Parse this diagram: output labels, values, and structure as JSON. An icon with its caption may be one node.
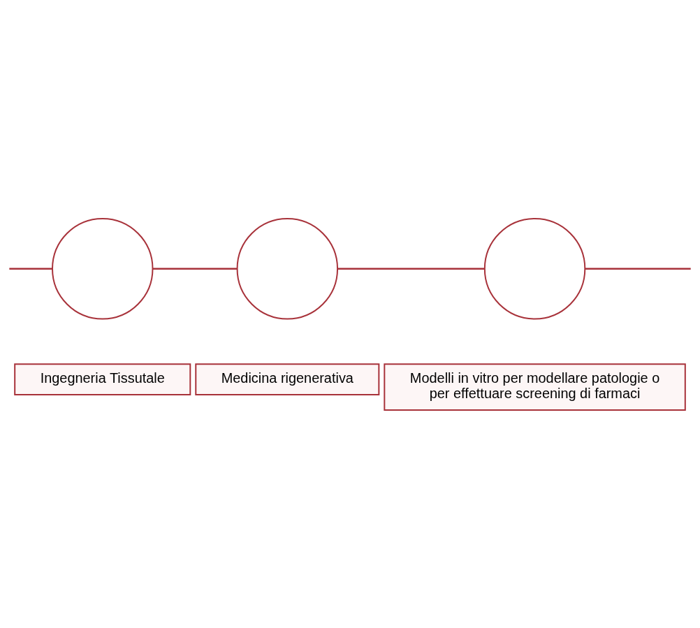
{
  "diagram": {
    "nodes": [
      {
        "text": [],
        "shape": "circle"
      },
      {
        "text": [
          "Ingegneria Tissutale"
        ]
      },
      {
        "text": [],
        "shape": "circle"
      },
      {
        "text": [
          "Medicina rigenerativa"
        ]
      },
      {
        "text": [],
        "shape": "circle"
      },
      {
        "text": [
          "Modelli in vitro per modellare patologie o per effettuare screening di farmaci"
        ]
      }
    ],
    "edges": [
      {
        "from": null,
        "to": 0,
        "arrow": "none"
      },
      {
        "from": 0,
        "to": 2,
        "arrow": "none"
      },
      {
        "from": 2,
        "to": 4,
        "arrow": "none"
      },
      {
        "from": 4,
        "to": null,
        "arrow": "none"
      }
    ]
  }
}
